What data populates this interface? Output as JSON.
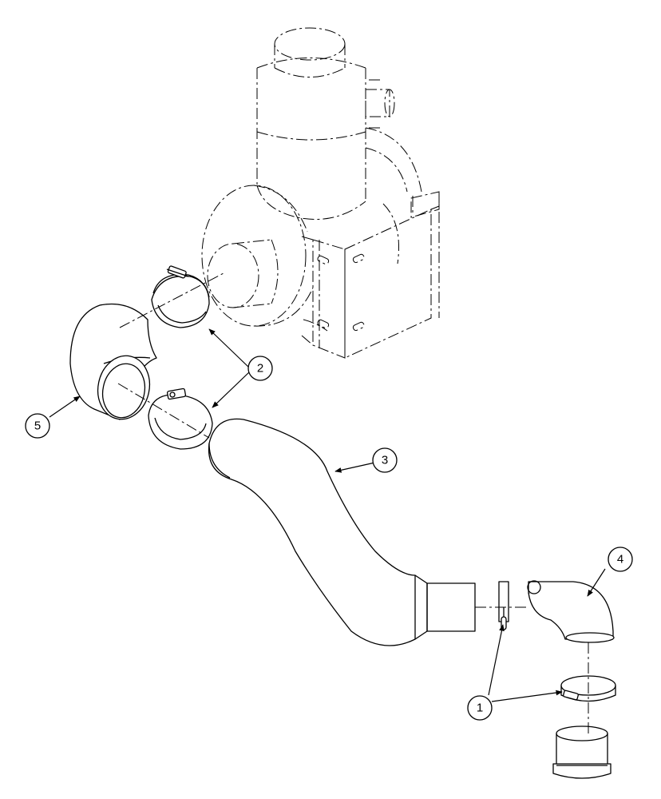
{
  "callouts": [
    {
      "id": "c1",
      "label": "1"
    },
    {
      "id": "c2",
      "label": "2"
    },
    {
      "id": "c3",
      "label": "3"
    },
    {
      "id": "c4",
      "label": "4"
    },
    {
      "id": "c5",
      "label": "5"
    }
  ],
  "colors": {
    "line": "#000000",
    "background": "#ffffff"
  }
}
